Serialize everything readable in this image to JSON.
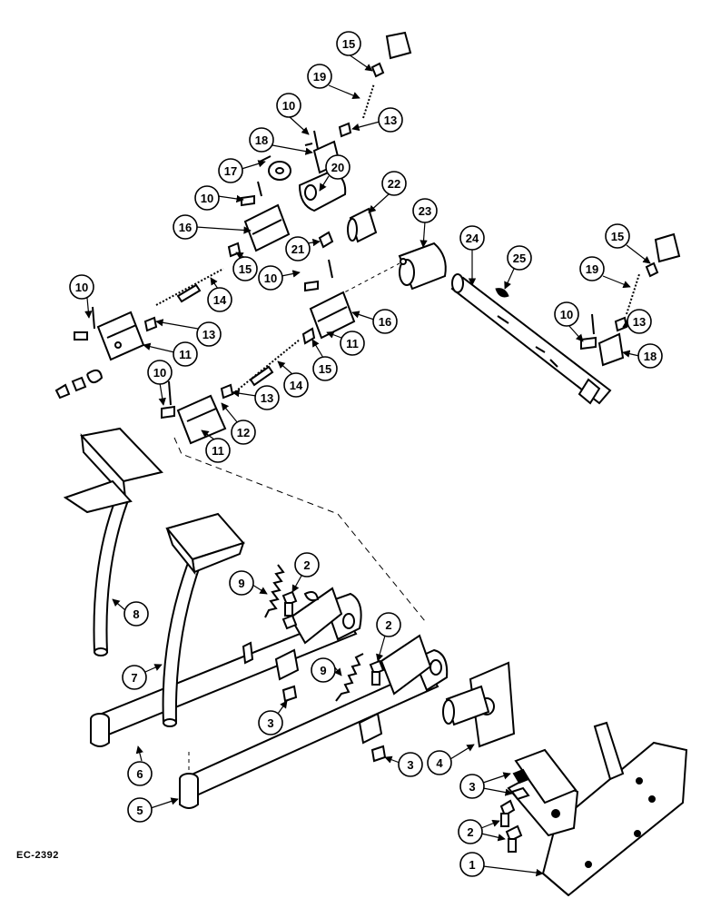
{
  "figure": {
    "caption": "EC-2392"
  },
  "callouts": [
    {
      "id": "c15a",
      "label": "15"
    },
    {
      "id": "c19a",
      "label": "19"
    },
    {
      "id": "c10a",
      "label": "10"
    },
    {
      "id": "c13a",
      "label": "13"
    },
    {
      "id": "c18a",
      "label": "18"
    },
    {
      "id": "c17",
      "label": "17"
    },
    {
      "id": "c20",
      "label": "20"
    },
    {
      "id": "c10b",
      "label": "10"
    },
    {
      "id": "c22",
      "label": "22"
    },
    {
      "id": "c16a",
      "label": "16"
    },
    {
      "id": "c23",
      "label": "23"
    },
    {
      "id": "c21",
      "label": "21"
    },
    {
      "id": "c24",
      "label": "24"
    },
    {
      "id": "c25",
      "label": "25"
    },
    {
      "id": "c15b",
      "label": "15"
    },
    {
      "id": "c19b",
      "label": "19"
    },
    {
      "id": "c10c",
      "label": "10"
    },
    {
      "id": "c15c",
      "label": "15"
    },
    {
      "id": "c14a",
      "label": "14"
    },
    {
      "id": "c10d",
      "label": "10"
    },
    {
      "id": "c13b",
      "label": "13"
    },
    {
      "id": "c11a",
      "label": "11"
    },
    {
      "id": "c16b",
      "label": "16"
    },
    {
      "id": "c11b",
      "label": "11"
    },
    {
      "id": "c10e",
      "label": "10"
    },
    {
      "id": "c13c",
      "label": "13"
    },
    {
      "id": "c18b",
      "label": "18"
    },
    {
      "id": "c15d",
      "label": "15"
    },
    {
      "id": "c14b",
      "label": "14"
    },
    {
      "id": "c10f",
      "label": "10"
    },
    {
      "id": "c13d",
      "label": "13"
    },
    {
      "id": "c12",
      "label": "12"
    },
    {
      "id": "c11c",
      "label": "11"
    },
    {
      "id": "c8",
      "label": "8"
    },
    {
      "id": "c9a",
      "label": "9"
    },
    {
      "id": "c2a",
      "label": "2"
    },
    {
      "id": "c2b",
      "label": "2"
    },
    {
      "id": "c9b",
      "label": "9"
    },
    {
      "id": "c7",
      "label": "7"
    },
    {
      "id": "c3a",
      "label": "3"
    },
    {
      "id": "c6",
      "label": "6"
    },
    {
      "id": "c3b",
      "label": "3"
    },
    {
      "id": "c4",
      "label": "4"
    },
    {
      "id": "c3c",
      "label": "3"
    },
    {
      "id": "c5",
      "label": "5"
    },
    {
      "id": "c2c",
      "label": "2"
    },
    {
      "id": "c1",
      "label": "1"
    }
  ]
}
